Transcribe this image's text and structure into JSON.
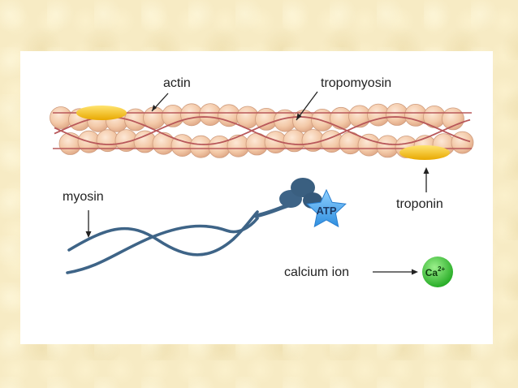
{
  "labels": {
    "actin": "actin",
    "tropomyosin": "tropomyosin",
    "myosin": "myosin",
    "troponin": "troponin",
    "calcium_ion": "calcium ion",
    "atp": "ATP",
    "calcium_symbol": "Ca",
    "calcium_charge": "2+"
  },
  "colors": {
    "actin_bead": "#f3c9a8",
    "actin_bead_edge": "#cf9c7e",
    "tropomyosin_strand": "#b8585a",
    "troponin": "#f2c200",
    "myosin": "#3e6487",
    "atp_star": "#4aa8f0",
    "calcium": "#3cc83c"
  }
}
